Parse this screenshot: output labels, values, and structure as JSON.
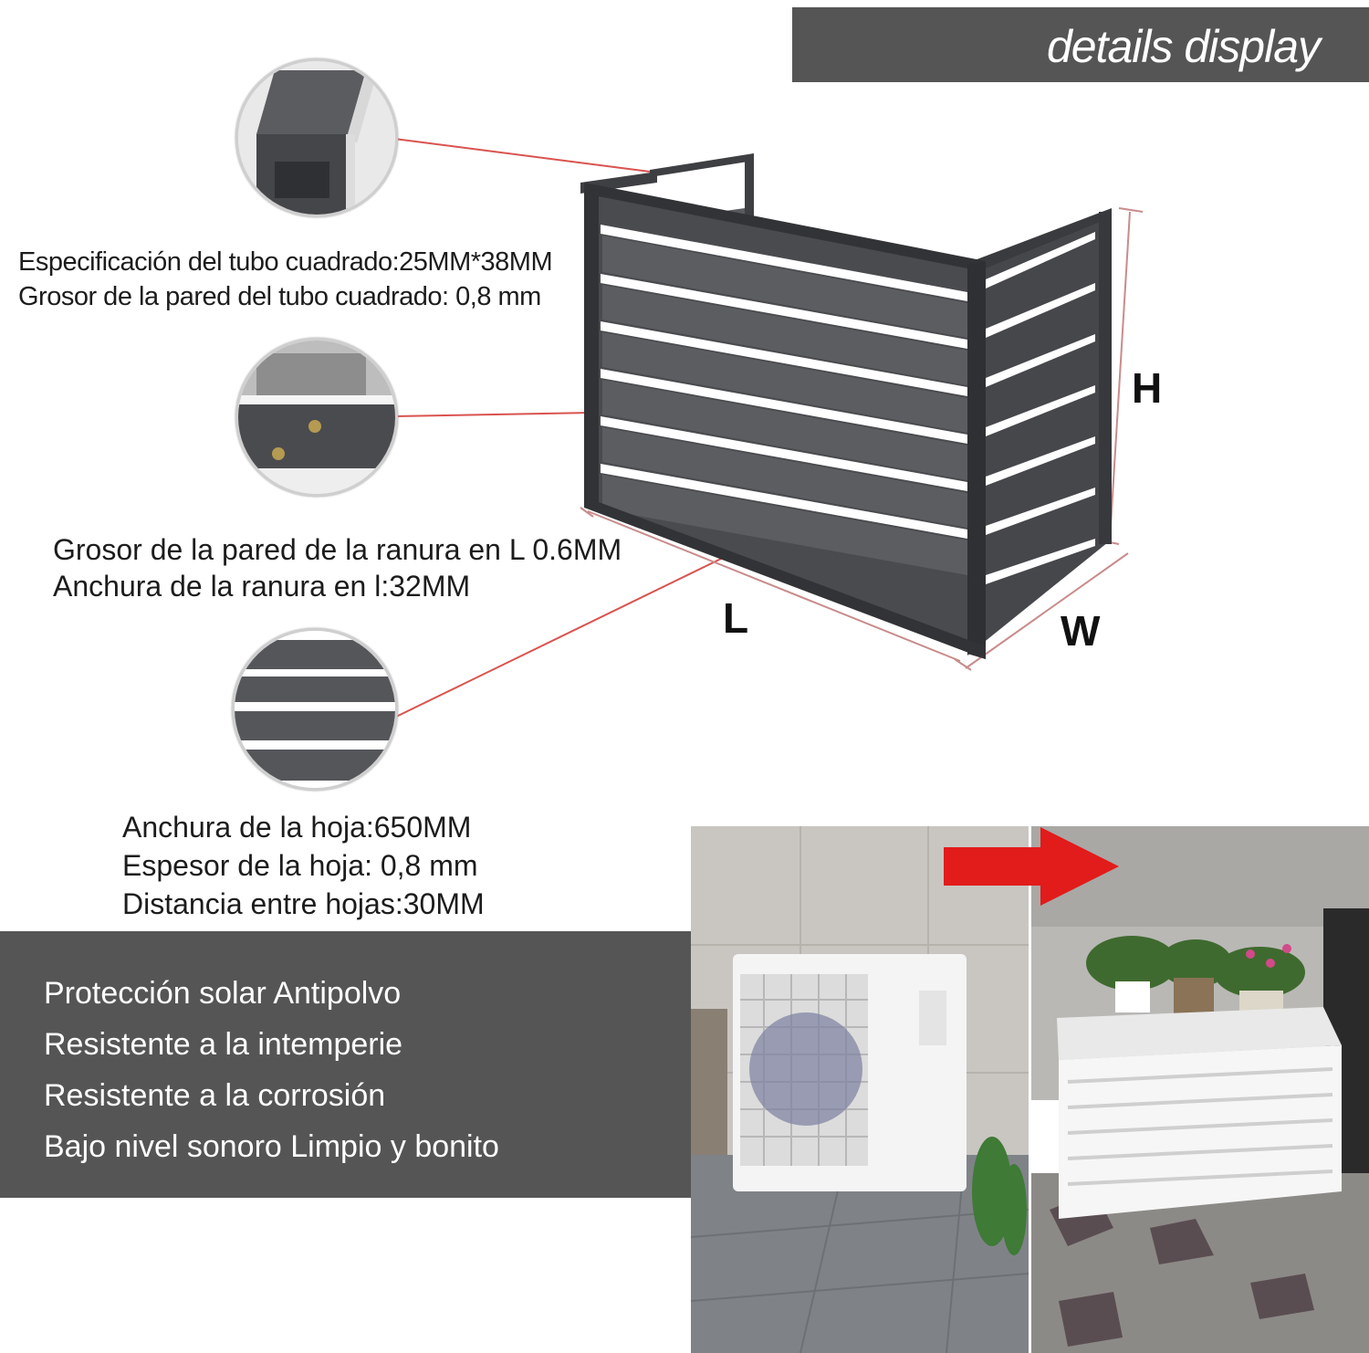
{
  "banner": {
    "title": "details display"
  },
  "specs": {
    "tube_spec": "Especificación del tubo cuadrado:25MM*38MM",
    "tube_wall": "Grosor de la pared del tubo cuadrado: 0,8 mm",
    "slot_wall": "Grosor de la pared de la ranura en L 0.6MM",
    "slot_width": "Anchura de la ranura en l:32MM",
    "leaf_width": "Anchura de la hoja:650MM",
    "leaf_thickness": "Espesor de la hoja: 0,8 mm",
    "leaf_distance": "Distancia entre hojas:30MM"
  },
  "dimensions": {
    "length": "L",
    "width": "W",
    "height": "H"
  },
  "features": [
    "Protección solar  Antipolvo",
    "Resistente a la intemperie",
    "Resistente a la corrosión",
    "Bajo nivel sonoro  Limpio y bonito"
  ],
  "icons": [
    "arrow-right-icon"
  ],
  "colors": {
    "banner": "#555555",
    "frame": "#3e3f42",
    "leader_line": "#d9534f",
    "arrow": "#e21b1b"
  }
}
